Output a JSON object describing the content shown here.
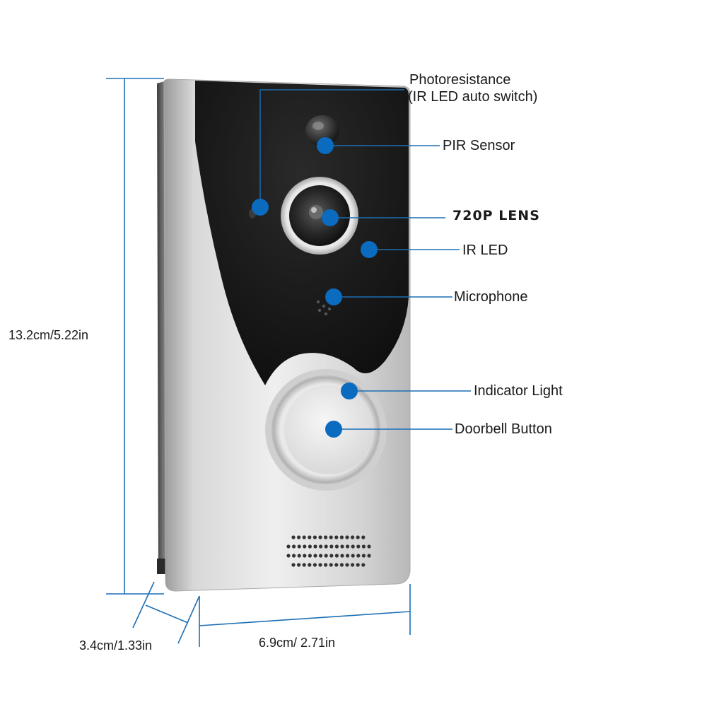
{
  "colors": {
    "callout_dot": "#0a6bbf",
    "dimension_line": "#1c6fb5",
    "body_silver": "#c9c9c9",
    "face_black": "#1a1a1a"
  },
  "callouts": {
    "photoresistance_line1": "Photoresistance",
    "photoresistance_line2": "(IR LED auto switch)",
    "pir_sensor": "PIR Sensor",
    "lens": "720P LENS",
    "ir_led": "IR LED",
    "microphone": "Microphone",
    "indicator_light": "Indicator Light",
    "doorbell_button": "Doorbell Button"
  },
  "dimensions": {
    "height": "13.2cm/5.22in",
    "depth": "3.4cm/1.33in",
    "width": "6.9cm/ 2.71in"
  }
}
